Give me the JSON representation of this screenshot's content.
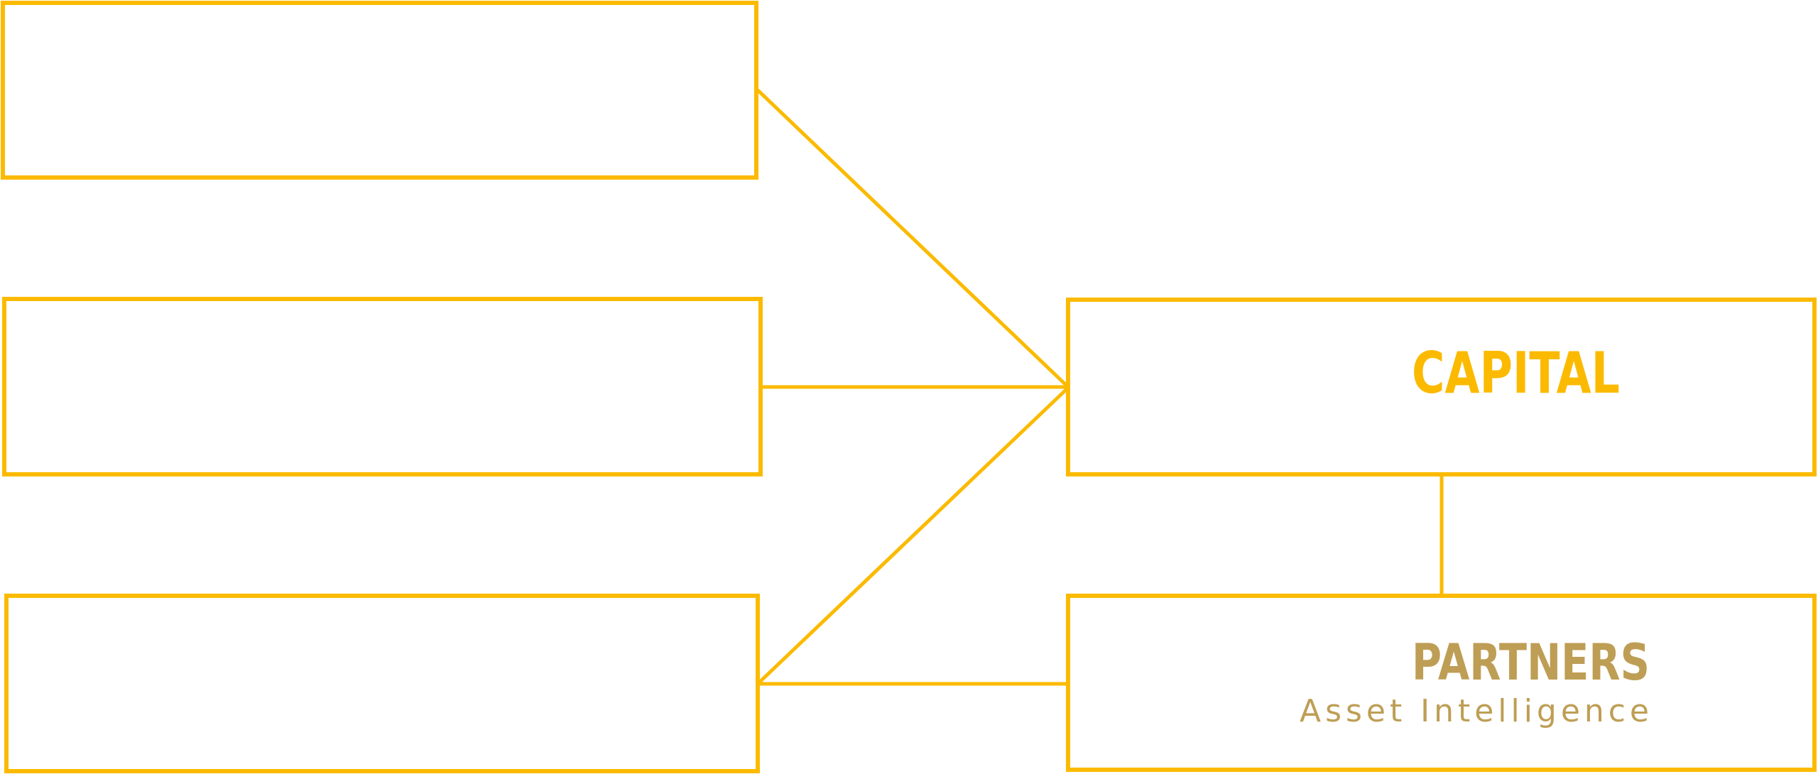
{
  "diagram": {
    "nodes": [
      {
        "id": "left-1",
        "label": ""
      },
      {
        "id": "left-2",
        "label": ""
      },
      {
        "id": "left-3",
        "label": ""
      },
      {
        "id": "capital",
        "label": "CAPITAL"
      },
      {
        "id": "partners",
        "label": "PARTNERS",
        "sublabel": "Asset Intelligence"
      }
    ],
    "edges": [
      {
        "from": "left-1",
        "to": "capital"
      },
      {
        "from": "left-2",
        "to": "capital"
      },
      {
        "from": "left-3",
        "to": "capital"
      },
      {
        "from": "left-3",
        "to": "partners"
      },
      {
        "from": "capital",
        "to": "partners"
      }
    ]
  },
  "colors": {
    "border": "#FBBA00",
    "capital_text": "#FBBA00",
    "partners_text": "#BE9E55"
  }
}
